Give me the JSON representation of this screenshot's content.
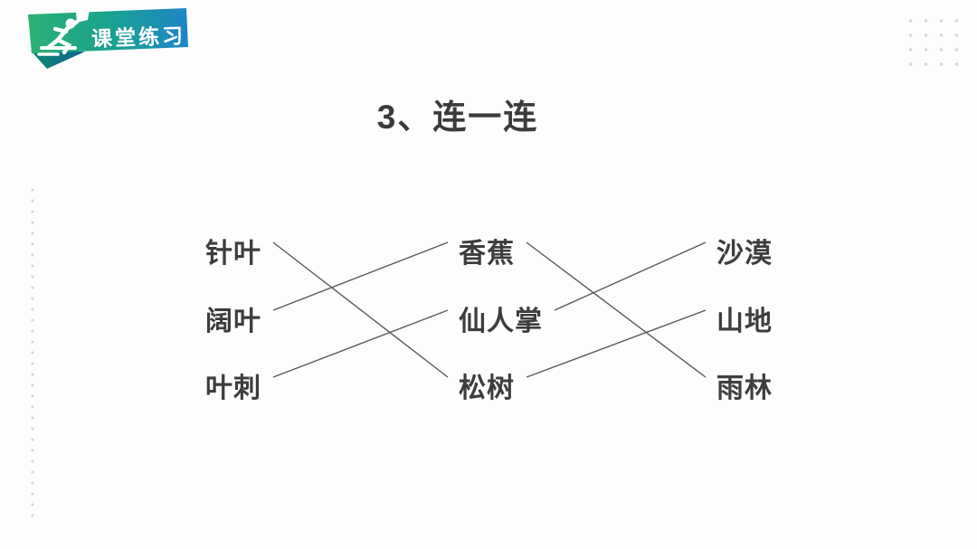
{
  "badge": {
    "label": "课堂练习",
    "icon": "runner-icon",
    "gradient_from": "#2cb173",
    "gradient_to": "#1d86c8",
    "tail_from": "#0d8a70",
    "tail_to": "#0d6190"
  },
  "title": "3、连一连",
  "matching": {
    "columns": [
      {
        "id": "left",
        "items": [
          "针叶",
          "阔叶",
          "叶刺"
        ]
      },
      {
        "id": "middle",
        "items": [
          "香蕉",
          "仙人掌",
          "松树"
        ]
      },
      {
        "id": "right",
        "items": [
          "沙漠",
          "山地",
          "雨林"
        ]
      }
    ],
    "connections": [
      {
        "from": "针叶",
        "to": "松树"
      },
      {
        "from": "阔叶",
        "to": "香蕉"
      },
      {
        "from": "叶刺",
        "to": "仙人掌"
      },
      {
        "from": "香蕉",
        "to": "雨林"
      },
      {
        "from": "仙人掌",
        "to": "沙漠"
      },
      {
        "from": "松树",
        "to": "山地"
      }
    ],
    "line_color": "#58595b",
    "text_color": "#3d3d3d"
  },
  "decorations": {
    "dot_color": "#d8d8d8",
    "dot_grid_position": "top-right",
    "dotted_line_position": "left-edge"
  }
}
